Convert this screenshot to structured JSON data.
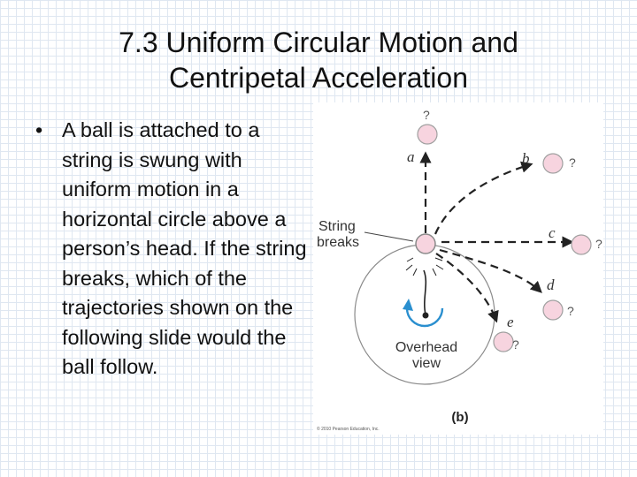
{
  "slide": {
    "title_line1": "7.3 Uniform Circular Motion and",
    "title_line2": "Centripetal Acceleration",
    "bullet_marker": "•",
    "bullet_text": "A ball is attached to a string is swung with uniform motion in a horizontal circle above a person’s head. If the string breaks, which of the trajectories shown on the following slide would the ball follow."
  },
  "figure": {
    "string_label_1": "String",
    "string_label_2": "breaks",
    "overhead_label_1": "Overhead",
    "overhead_label_2": "view",
    "part_label": "(b)",
    "credit": "© 2010 Pearson Education, Inc.",
    "trajectories": [
      {
        "label": "a",
        "question": "?"
      },
      {
        "label": "b",
        "question": "?"
      },
      {
        "label": "c",
        "question": "?"
      },
      {
        "label": "d",
        "question": "?"
      },
      {
        "label": "e",
        "question": "?"
      }
    ],
    "colors": {
      "ball_fill": "#f7d4df",
      "ball_stroke": "#a0a0a0",
      "rotation_arrow": "#2a8fcf",
      "line": "#222222"
    }
  }
}
